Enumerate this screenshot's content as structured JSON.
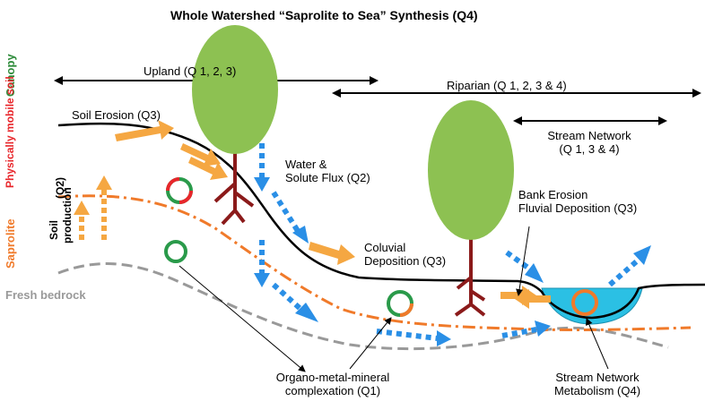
{
  "title": "Whole Watershed “Saprolite to Sea” Synthesis (Q4)",
  "zones": {
    "canopy": "Canopy",
    "mobile_soil": "Physically mobile soil",
    "saprolite": "Saprolite",
    "bedrock": "Fresh bedrock"
  },
  "extents": {
    "upland": "Upland (Q 1, 2, 3)",
    "riparian": "Riparian (Q 1, 2, 3 & 4)",
    "stream_line1": "Stream Network",
    "stream_line2": "(Q 1, 3 & 4)"
  },
  "processes": {
    "soil_erosion": "Soil Erosion (Q3)",
    "water_line1": "Water &",
    "water_line2": "Solute Flux (Q2)",
    "soil_prod_line1": "Soil",
    "soil_prod_line2": "production",
    "soil_prod_q": "(Q2)",
    "bank_line1": "Bank Erosion",
    "bank_line2": "Fluvial Deposition (Q3)",
    "coluvial_line1": "Coluvial",
    "coluvial_line2": "Deposition (Q3)",
    "organo_line1": "Organo-metal-mineral",
    "organo_line2": "complexation (Q1)",
    "metab_line1": "Stream Network",
    "metab_line2": "Metabolism (Q4)"
  },
  "colors": {
    "canopy": "#2e8b3a",
    "soil": "#e8262b",
    "saprolite": "#f07a2a",
    "bedrock": "#999999",
    "tree": "#8dc152",
    "trunk": "#8b1a1a",
    "arrow_orange": "#f5a742",
    "water_blue": "#2a8fe6",
    "stream": "#2bc0e4"
  }
}
